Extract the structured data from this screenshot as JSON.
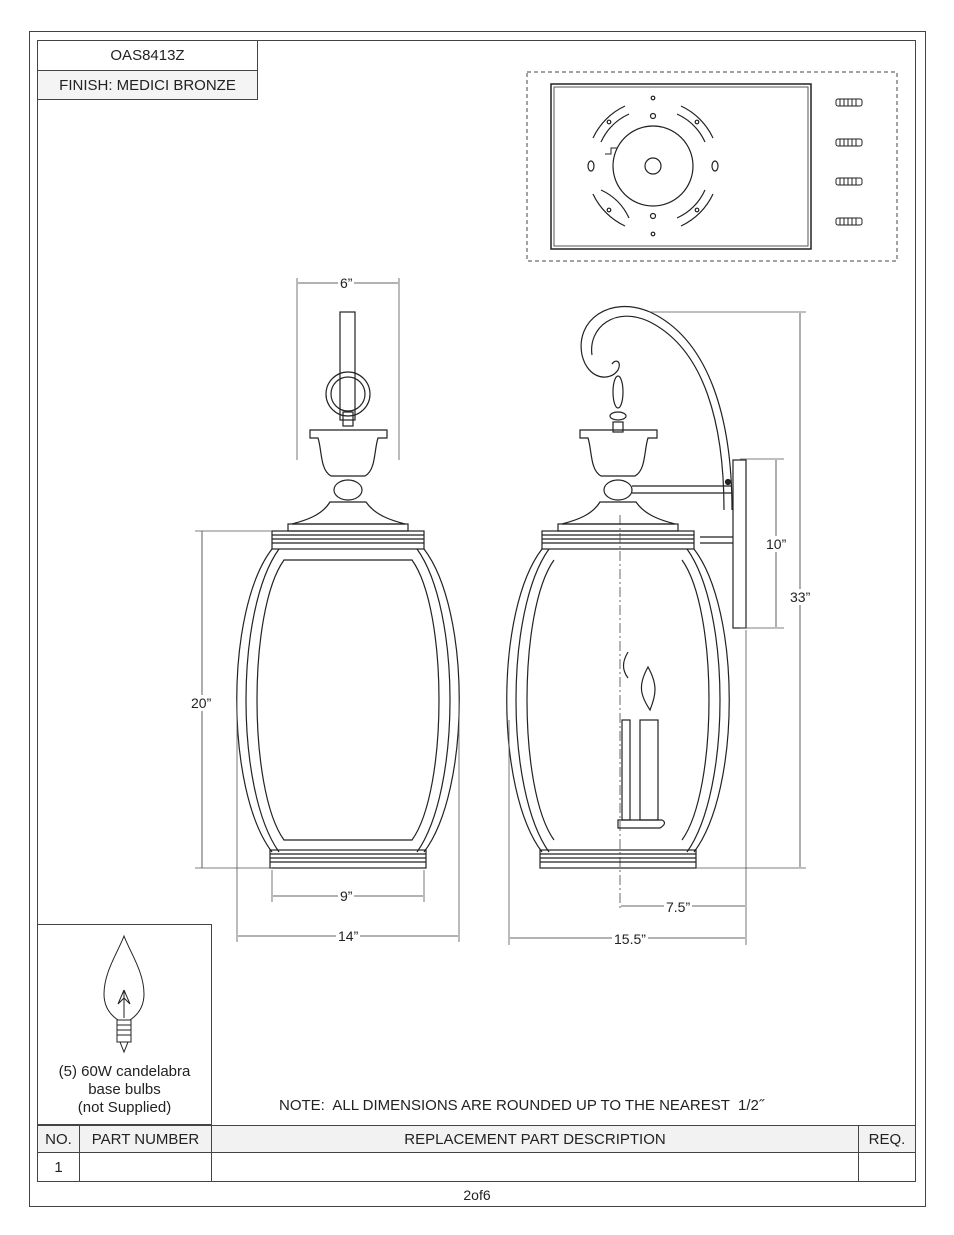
{
  "header": {
    "model": "OAS8413Z",
    "finish": "FINISH: MEDICI BRONZE"
  },
  "dimensions": {
    "top_width": "6”",
    "height_body": "20”",
    "body_bottom_width": "9”",
    "overall_width_front": "14”",
    "backplate_height": "10”",
    "overall_height": "33”",
    "extension_to_center": "7.5”",
    "overall_extension": "15.5”"
  },
  "bulb": {
    "line1": "(5) 60W candelabra",
    "line2": "base bulbs",
    "line3": "(not Supplied)"
  },
  "note": "NOTE:  ALL DIMENSIONS ARE ROUNDED UP TO THE NEAREST  1/2˝",
  "table": {
    "headers": [
      "NO.",
      "PART NUMBER",
      "REPLACEMENT PART DESCRIPTION",
      "REQ."
    ],
    "rows": [
      {
        "no": "1",
        "part_number": "",
        "description": "",
        "req": ""
      }
    ]
  },
  "footer": {
    "page": "2of6"
  }
}
